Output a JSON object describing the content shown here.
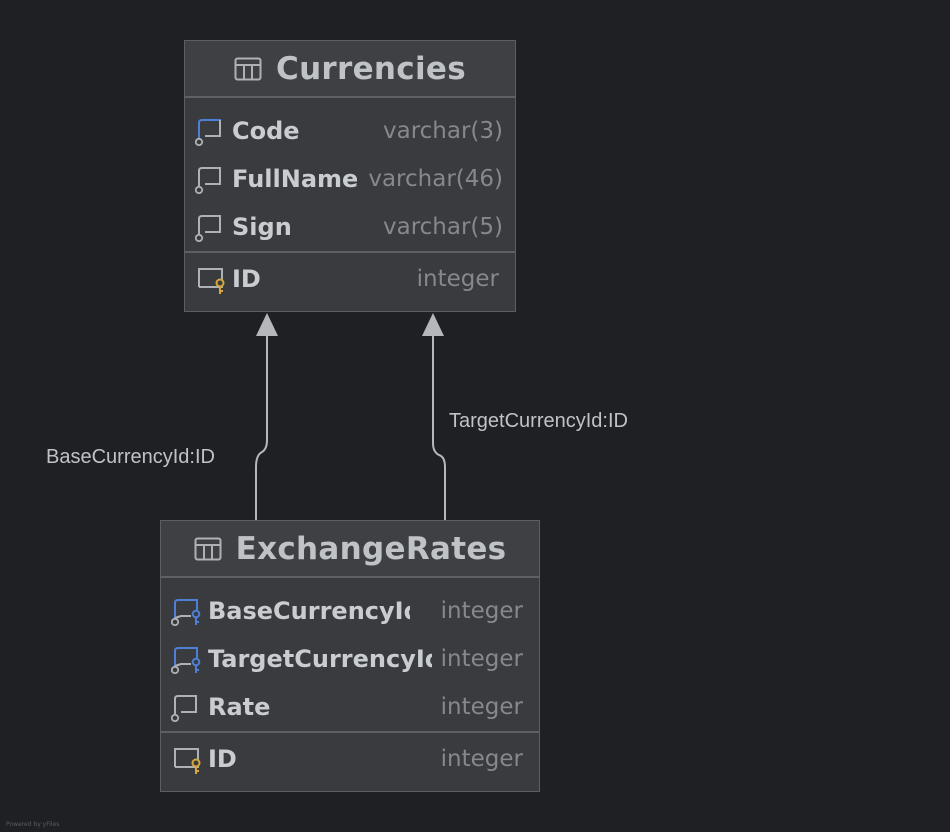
{
  "tables": {
    "currencies": {
      "name": "Currencies",
      "columns": [
        {
          "name": "Code",
          "type": "varchar(3)",
          "icon": "column-index-icon"
        },
        {
          "name": "FullName",
          "type": "varchar(46)",
          "icon": "column-icon"
        },
        {
          "name": "Sign",
          "type": "varchar(5)",
          "icon": "column-icon"
        }
      ],
      "primary_key": {
        "name": "ID",
        "type": "integer",
        "icon": "primary-key-icon"
      }
    },
    "exchange_rates": {
      "name": "ExchangeRates",
      "columns": [
        {
          "name": "BaseCurrencyId",
          "type": "integer",
          "icon": "foreign-key-icon"
        },
        {
          "name": "TargetCurrencyId",
          "type": "integer",
          "icon": "foreign-key-icon"
        },
        {
          "name": "Rate",
          "type": "integer",
          "icon": "column-icon"
        }
      ],
      "primary_key": {
        "name": "ID",
        "type": "integer",
        "icon": "primary-key-icon"
      }
    }
  },
  "relations": [
    {
      "label": "BaseCurrencyId:ID",
      "from": "ExchangeRates.BaseCurrencyId",
      "to": "Currencies.ID"
    },
    {
      "label": "TargetCurrencyId:ID",
      "from": "ExchangeRates.TargetCurrencyId",
      "to": "Currencies.ID"
    }
  ],
  "colors": {
    "background": "#1f2024",
    "table_fill": "#393b3e",
    "accent_blue": "#4e7fd6",
    "key_gold": "#d7a93d",
    "edge": "#b5b7ba"
  },
  "footer": "Powered by yFiles"
}
